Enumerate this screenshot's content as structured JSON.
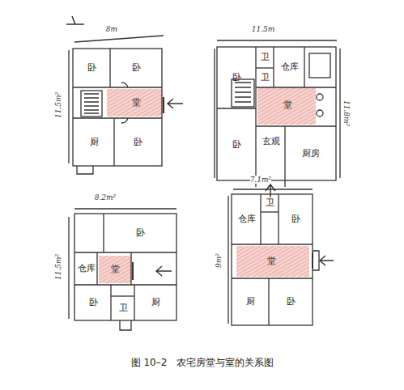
{
  "diagram": {
    "caption": "图 10–2　农宅房堂与室的关系图",
    "nodes": [
      {
        "text": [
          "卧"
        ]
      },
      {
        "text": [
          "卧"
        ]
      },
      {
        "text": [
          "堂"
        ]
      },
      {
        "text": [
          "厨"
        ]
      },
      {
        "text": [
          "卧"
        ]
      },
      {
        "text": [
          "卧"
        ]
      },
      {
        "text": [
          "卫"
        ]
      },
      {
        "text": [
          "卫"
        ]
      },
      {
        "text": [
          "仓库"
        ]
      },
      {
        "text": [
          "堂"
        ]
      },
      {
        "text": [
          "玄观"
        ]
      },
      {
        "text": [
          "卧"
        ]
      },
      {
        "text": [
          "厨房"
        ]
      },
      {
        "text": [
          "卧"
        ]
      },
      {
        "text": [
          "仓库"
        ]
      },
      {
        "text": [
          "堂"
        ]
      },
      {
        "text": [
          "卧"
        ]
      },
      {
        "text": [
          "卫"
        ]
      },
      {
        "text": [
          "厨"
        ]
      },
      {
        "text": [
          "卫"
        ]
      },
      {
        "text": [
          "仓库"
        ]
      },
      {
        "text": [
          "卧"
        ]
      },
      {
        "text": [
          "堂"
        ]
      },
      {
        "text": [
          "厨"
        ]
      },
      {
        "text": [
          "卧"
        ]
      }
    ],
    "labels": [
      "8m",
      "11.5m²",
      "11.5m",
      "11.8m²",
      "8.2m²",
      "11.5m²",
      "7.1m²",
      "9m²"
    ]
  }
}
